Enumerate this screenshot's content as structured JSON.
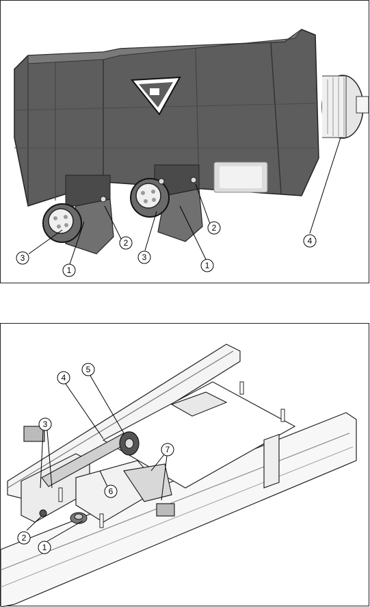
{
  "top_figure": {
    "callouts": [
      "1",
      "2",
      "3",
      "1",
      "2",
      "3",
      "4"
    ],
    "warning_icon": "hot-surface-warning-icon"
  },
  "bottom_figure": {
    "callouts": [
      "1",
      "2",
      "3",
      "4",
      "5",
      "6",
      "7"
    ]
  }
}
